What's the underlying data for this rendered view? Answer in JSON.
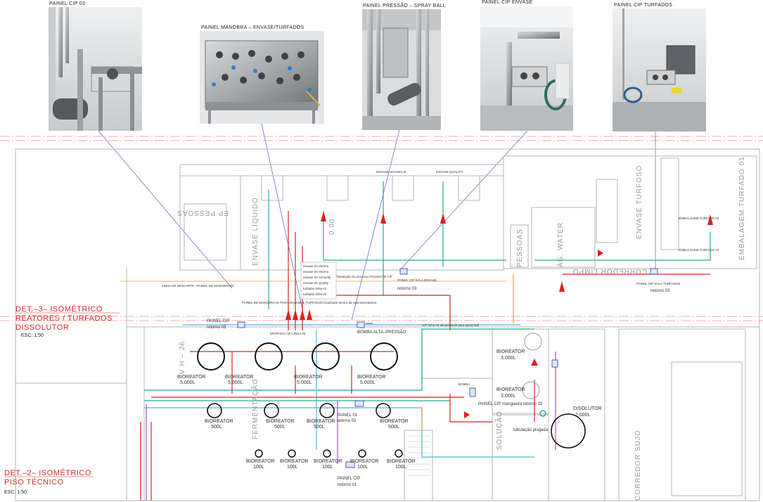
{
  "photos": [
    {
      "id": "cip03",
      "caption": "PAINEL CIP 03"
    },
    {
      "id": "manobra",
      "caption": "PAINEL MANOBRA – ENVASE/TURFADOS"
    },
    {
      "id": "pressao",
      "caption": "PAINEL PRESSÃO – SPRAY BALL"
    },
    {
      "id": "cipenvase",
      "caption": "PAINEL CIP ENVASE"
    },
    {
      "id": "cipturfados",
      "caption": "PAINEL CIP TURFADOS"
    }
  ],
  "details": {
    "det3_line1": "DET.–3– ISOMÉTRICO",
    "det3_line2": "REATORES / TURFADOS",
    "det3_line3": "DISSOLUTOR",
    "det3_scale": "ESC: 1:50",
    "det2_line1": "DET.–2– ISOMÉTRICO",
    "det2_line2": "PISO TÉCNICO",
    "det2_scale": "ESC: 1:50"
  },
  "rooms": {
    "envase_liquido": "ENVASE LÍQUIDO",
    "envase_turfoso": "ENVASE TURFOSO",
    "corredor_limpo": "CORREDOR LIMPO",
    "corredor_sujo": "CORREDOR SUJO",
    "fermentacao": "FERMENTAÇÃO",
    "solucao": "SOLUÇÃO",
    "agua": "ÁG. WATER",
    "pessoas": "PESSOAS",
    "epessoas": "EP PESSOAS",
    "vh": "V H – 26",
    "num": "0.00"
  },
  "labels": {
    "envase_schuelle": "ENVASE SCHUELLE",
    "envase_quality": "ENVASE QUALITY",
    "embal_03": "EMBALAGEM TURFADO 03",
    "embal_01": "EMBALAGEM TURFADO 01",
    "painel_cip_envase": "PAINEL CIP SALA ENVASE",
    "retorno03a": "retorno 03",
    "painel_cip_turfados": "PAINEL CIP SALA TURFADOS",
    "retorno03b": "retorno 03",
    "tubulacao_processo": "Tubulação do processo Possível de CIP",
    "linha_descarte": "LINHA DE DESCARTE –PAINEL DE MANOBRA 01",
    "painel_manobra": "PAINEL DE MANOBRA 01 PARA ENVASE E TURFADOS localizado dentro da sala biorreatores",
    "painel_cip_left": "PAINEL CIP",
    "retorno03c": "retorno 03",
    "entrada_cip": "ENTRADA CIP LINHA 03",
    "bomba_alta": "BOMBA ALTA–PRESSÃO",
    "cip_linha03": "CIP linha 03 alimentando para spray ball",
    "painel_cip_mang": "PAINEL CIP mangueira retorno 03",
    "tubulacao_plugada": "tubulação plugada",
    "painel_cip_bottom": "PAINEL CIP",
    "retorno01": "retorno 01",
    "painel_cip01": "PAINEL 01",
    "retorno02": "retorno 02",
    "bomba": "BOMBA",
    "envios": [
      "envase 01 retorno",
      "envase 03 retorno",
      "envase 02 Schuelle",
      "envase 01 Quality",
      "turfados linha 01",
      "turfados linha 02"
    ]
  },
  "tanks": [
    {
      "name": "BIOREATOR",
      "cap": "5.000L"
    },
    {
      "name": "BIOREATOR",
      "cap": "5.000L"
    },
    {
      "name": "BIOREATOR",
      "cap": "5.000L"
    },
    {
      "name": "BIOREATOR",
      "cap": "5.000L"
    },
    {
      "name": "BIOREATOR",
      "cap": "500L"
    },
    {
      "name": "BIOREATOR",
      "cap": "500L"
    },
    {
      "name": "BIOREATOR",
      "cap": "500L"
    },
    {
      "name": "BIOREATOR",
      "cap": "500L"
    },
    {
      "name": "BIOREATOR",
      "cap": "100L"
    },
    {
      "name": "BIOREATOR",
      "cap": "100L"
    },
    {
      "name": "BIOREATOR",
      "cap": "100L"
    },
    {
      "name": "BIOREATOR",
      "cap": "100L"
    },
    {
      "name": "BIOREATOR",
      "cap": "100L"
    },
    {
      "name": "BIOREATOR",
      "cap": "3.000L"
    },
    {
      "name": "BIOREATOR",
      "cap": "3.000L"
    },
    {
      "name": "DISOLUTOR",
      "cap": "2.000L"
    }
  ],
  "colors": {
    "pipe_red": "#e02020",
    "pipe_teal": "#2aa89a",
    "pipe_cyan": "#4fb8d8",
    "pipe_purple": "#9a4fd8",
    "pipe_orange": "#e8a030",
    "pipe_blue": "#3060c8",
    "wall": "#b8b8b8",
    "detail_text": "#d62b2b"
  }
}
